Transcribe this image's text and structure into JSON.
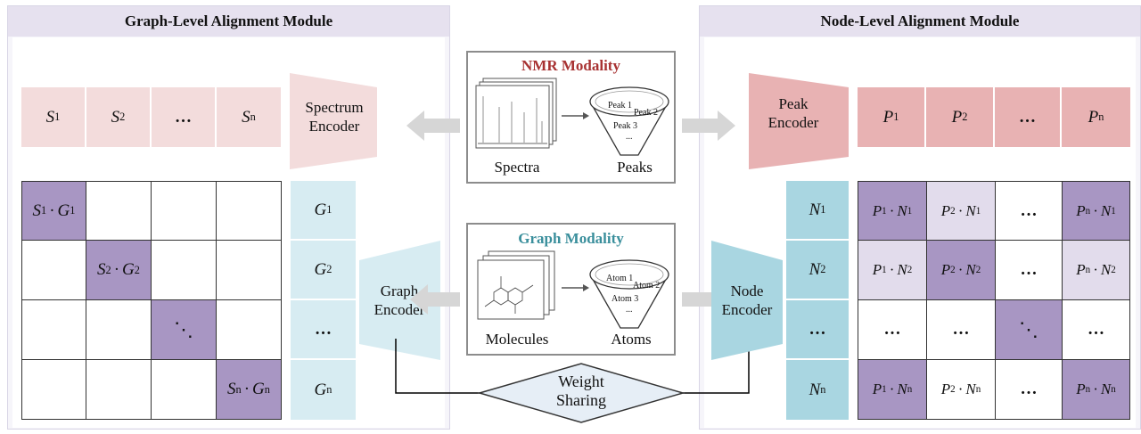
{
  "left_module": {
    "title": "Graph-Level Alignment Module"
  },
  "right_module": {
    "title": "Node-Level Alignment Module"
  },
  "nmr": {
    "title": "NMR Modality",
    "spectra_label": "Spectra",
    "peaks_label": "Peaks",
    "funnel_items": [
      "Peak 1",
      "Peak 2",
      "Peak 3",
      "..."
    ]
  },
  "graph": {
    "title": "Graph Modality",
    "molecules_label": "Molecules",
    "atoms_label": "Atoms",
    "funnel_items": [
      "Atom 1",
      "Atom 2",
      "Atom 3",
      "..."
    ]
  },
  "encoders": {
    "spectrum": [
      "Spectrum",
      "Encoder"
    ],
    "peak": [
      "Peak",
      "Encoder"
    ],
    "graph": [
      "Graph",
      "Encoder"
    ],
    "node": [
      "Node",
      "Encoder"
    ]
  },
  "weight_sharing": [
    "Weight",
    "Sharing"
  ],
  "ellipsis": "…",
  "diag_ellipsis": "⋱",
  "colors": {
    "spectrum": "#f3dcdc",
    "peak": "#e8b2b3",
    "graph": "#d7ecf2",
    "node": "#a9d6e1",
    "diag": "#a896c3",
    "light": "#e2dcec",
    "nmr_title": "#a83232",
    "graph_title": "#3a8f9c"
  }
}
